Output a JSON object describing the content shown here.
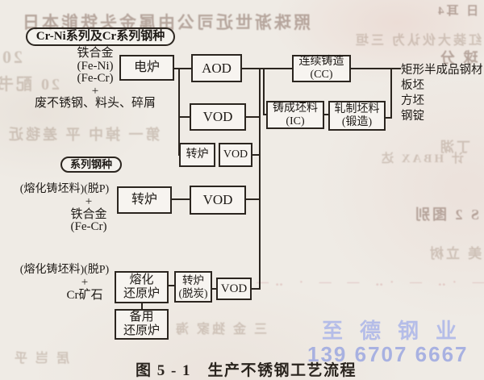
{
  "figure": {
    "caption": "图 5 - 1　生产不锈钢工艺流程"
  },
  "watermark": {
    "company": "至德钢业",
    "phone": "139 6707 6667",
    "company_color": "#aab5e9",
    "phone_color": "#96a3e0"
  },
  "flow": {
    "route_cr_ni": {
      "tag": "Cr-Ni系列及Cr系列钢种",
      "inputs": [
        "铁合金",
        "(Fe-Ni)",
        "(Fe-Cr)",
        "+",
        "废不锈钢、料头、碎屑"
      ],
      "furnace": "电炉",
      "aod": "AOD",
      "vod": "VOD",
      "converter": "转炉",
      "converter_vod": "VOD"
    },
    "route_cr": {
      "tag": "系列钢种",
      "input_line1": "(熔化铸坯料)(脱P)",
      "input_line2": "+",
      "input_line3": "铁合金",
      "input_line4": "(Fe-Cr)",
      "converter": "转炉",
      "vod": "VOD"
    },
    "route_smelt": {
      "input_line1": "(熔化铸坯料)(脱P)",
      "input_line2": "+",
      "input_line3": "Cr矿石",
      "furnace_line1": "熔化",
      "furnace_line2": "还原炉",
      "converter_line1": "转炉",
      "converter_line2": "(脱炭)",
      "vod": "VOD",
      "backup_line1": "备用",
      "backup_line2": "还原炉"
    },
    "casting": {
      "cc_line1": "连续铸造",
      "cc_line2": "(CC)",
      "ic_line1": "铸成坯料",
      "ic_line2": "(IC)",
      "roll_line1": "轧制坯料",
      "roll_line2": "(锻造)"
    },
    "products": [
      "矩形半成品钢材",
      "板坯",
      "方坯",
      "钢锭"
    ]
  },
  "artifacts": {
    "bleed": [
      "照珠渐世近司公由属金头铁能本日",
      "20",
      "20 配书",
      "第一 掉中 平 差毯近",
      "红装大伙认为 三垣",
      "球 分",
      "丁湖",
      "S 2 图别",
      "美 立树",
      "计 HBAX 达",
      "·― ·‥ ― ·‥ ― ― · ‥―",
      "三 金 独家 海",
      "居 岂 乎",
      "日 耳4"
    ]
  }
}
